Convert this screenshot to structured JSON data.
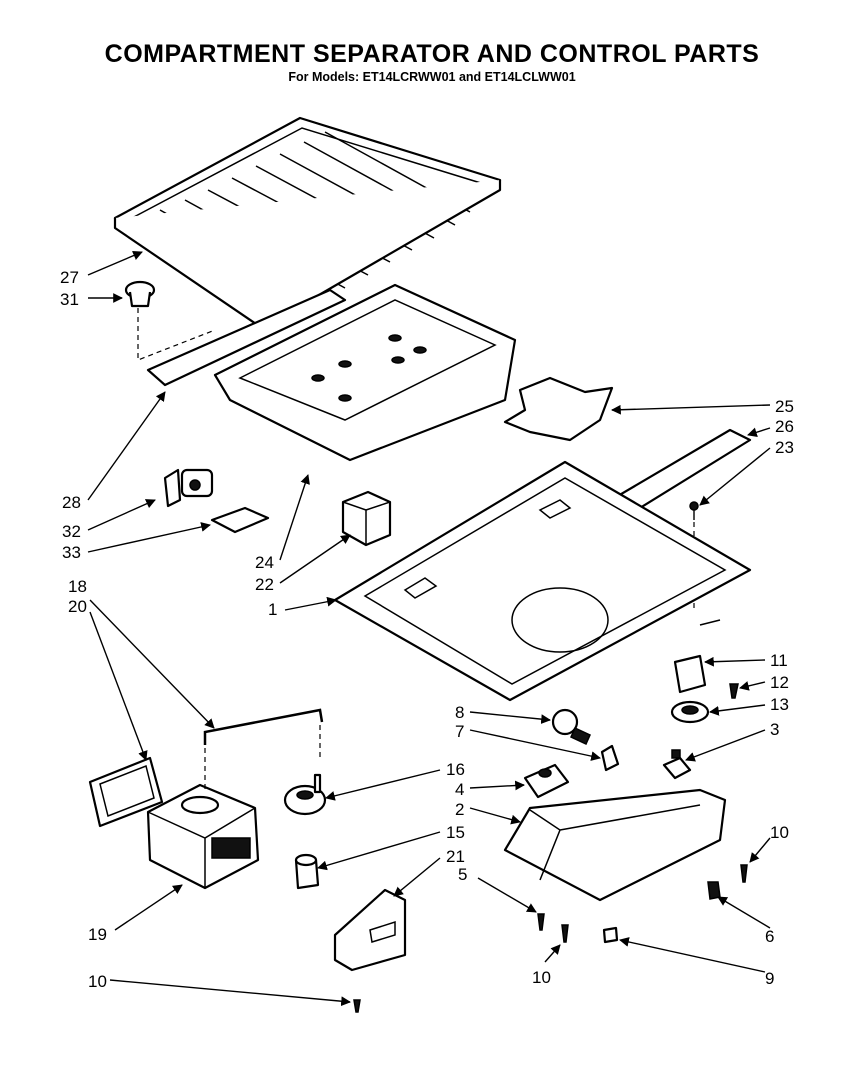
{
  "header": {
    "title": "COMPARTMENT SEPARATOR AND CONTROL PARTS",
    "subtitle": "For Models: ET14LCRWW01 and ET14LCLWW01"
  },
  "callouts": [
    "27",
    "31",
    "28",
    "32",
    "33",
    "24",
    "22",
    "25",
    "26",
    "23",
    "1",
    "18",
    "20",
    "11",
    "12",
    "13",
    "8",
    "7",
    "3",
    "16",
    "4",
    "2",
    "15",
    "10",
    "21",
    "5",
    "6",
    "19",
    "10",
    "9",
    "10"
  ]
}
